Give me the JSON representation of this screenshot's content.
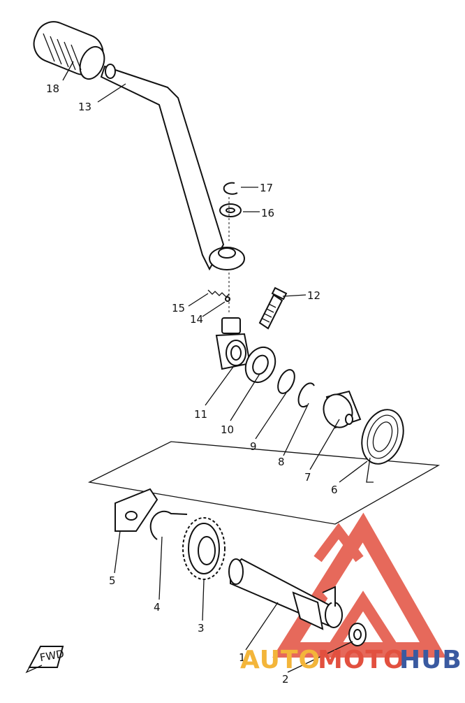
{
  "diagram": {
    "part_labels": {
      "p1": "1",
      "p2": "2",
      "p3": "3",
      "p4": "4",
      "p5": "5",
      "p6": "6",
      "p7": "7",
      "p8": "8",
      "p9": "9",
      "p10": "10",
      "p11": "11",
      "p12": "12",
      "p13": "13",
      "p14": "14",
      "p15": "15",
      "p16": "16",
      "p17": "17",
      "p18": "18"
    },
    "fwd_label": "FWD"
  },
  "watermark": {
    "part1": "AUTO",
    "part2": "MOTO",
    "part3": "HUB",
    "colors": {
      "auto": "#f3b53a",
      "moto": "#e2503f",
      "hub": "#3a5aa0",
      "logo": "#e2503f"
    }
  }
}
